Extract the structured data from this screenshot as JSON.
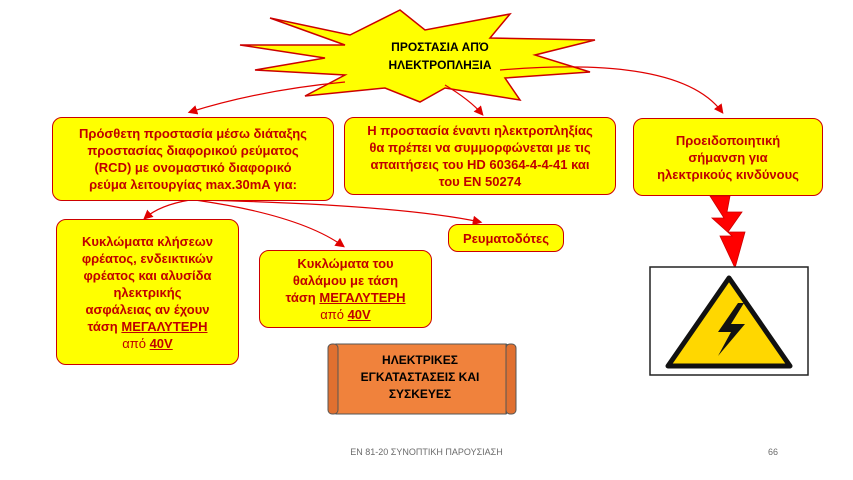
{
  "title": {
    "line1": "ΠΡΟΣΤΑΣΙΑ ΑΠΌ",
    "line2": "ΗΛΕΚΤΡΟΠΛΗΞΙΑ"
  },
  "box_rcd": {
    "line1": "Πρόσθετη προστασία μέσω διάταξης",
    "line2": "προστασίας διαφορικού ρεύματος",
    "line3": "(RCD) με ονομαστικό διαφορικό",
    "line4": "ρεύμα λειτουργίας max.30mA για:"
  },
  "box_hd": {
    "line1": "Η προστασία έναντι ηλεκτροπληξίας",
    "line2": "θα πρέπει να συμμορφώνεται με τις",
    "line3": "απαιτήσεις του HD 60364-4-4-41 και",
    "line4": "του EN 50274"
  },
  "box_warning": {
    "line1": "Προειδοποιητική",
    "line2": "σήμανση για",
    "line3": "ηλεκτρικούς κινδύνους"
  },
  "box_circuits_shaft": {
    "line1": "Κυκλώματα κλήσεων",
    "line2": "φρέατος, ενδεικτικών",
    "line3": "φρέατος και αλυσίδα",
    "line4": "ηλεκτρικής",
    "line5": "ασφάλειας αν έχουν",
    "line6_prefix": "τάση ",
    "line6_emph": "ΜΕΓΑΛΥΤΕΡΗ",
    "line7_prefix": "από ",
    "line7_emph": "40V"
  },
  "box_circuits_car": {
    "line1": "Κυκλώματα του",
    "line2": "θαλάμου με τάση",
    "line3_prefix": "τάση ",
    "line3_emph": "ΜΕΓΑΛΥΤΕΡΗ",
    "line4_prefix": "από ",
    "line4_emph": "40V"
  },
  "box_sockets": {
    "label": "Ρευματοδότες"
  },
  "scroll": {
    "line1": "ΗΛΕΚΤΡΙΚΕΣ",
    "line2": "ΕΓΚΑΤΑΣΤΑΣΕΙΣ ΚΑΙ",
    "line3": "ΣΥΣΚΕΥΕΣ"
  },
  "footer": {
    "text": "EN 81-20 ΣΥΝΟΠΤΙΚΗ ΠΑΡΟΥΣΙΑΣΗ",
    "page": "66"
  },
  "colors": {
    "box_fill": "#ffff00",
    "text_red": "#c00000",
    "connector": "#e00000",
    "scroll_fill": "#f0823c",
    "sign_yellow": "#ffd700"
  },
  "icons": {
    "warning_sign": "high-voltage-warning-icon",
    "bolt": "lightning-bolt-icon"
  }
}
